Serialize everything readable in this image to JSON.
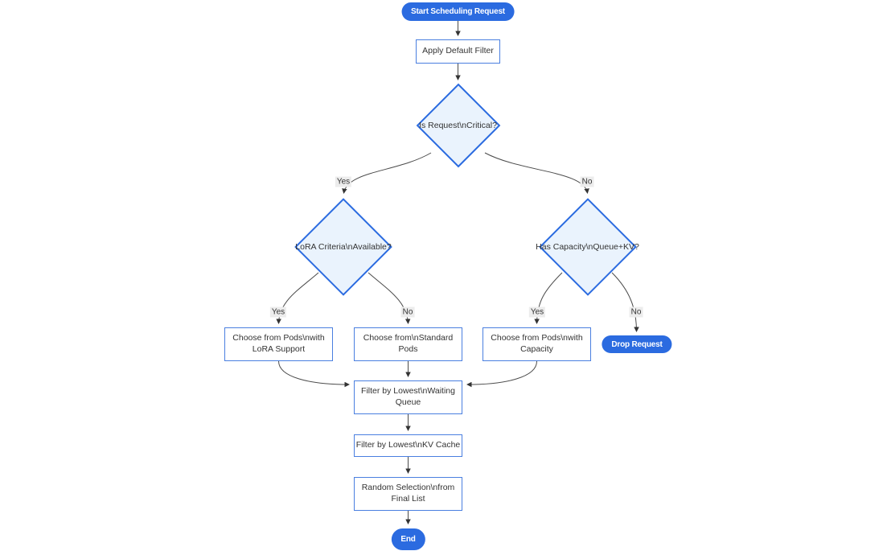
{
  "flowchart": {
    "nodes": {
      "start": "Start Scheduling Request",
      "apply_filter": "Apply Default Filter",
      "is_critical": "Is Request\\nCritical?",
      "lora_criteria": "LoRA Criteria\\nAvailable?",
      "has_capacity": "Has Capacity\\nQueue+KV?",
      "choose_lora_pods": "Choose from Pods\\nwith LoRA Support",
      "choose_standard_pods": "Choose from\\nStandard Pods",
      "choose_capacity_pods": "Choose from Pods\\nwith Capacity",
      "drop_request": "Drop Request",
      "filter_waiting_queue": "Filter by Lowest\\nWaiting Queue",
      "filter_kv_cache": "Filter by Lowest\\nKV Cache",
      "random_selection": "Random Selection\\nfrom Final List",
      "end": "End"
    },
    "edge_labels": {
      "critical_yes": "Yes",
      "critical_no": "No",
      "lora_yes": "Yes",
      "lora_no": "No",
      "capacity_yes": "Yes",
      "capacity_no": "No"
    },
    "colors": {
      "accent_blue": "#2b6be0",
      "decision_fill": "#eaf3fd",
      "rect_border": "#4a7fe0",
      "edge_stroke": "#4b4b4b",
      "edge_label_bg": "#ececec",
      "text_dark": "#333333",
      "text_light": "#ffffff"
    }
  }
}
